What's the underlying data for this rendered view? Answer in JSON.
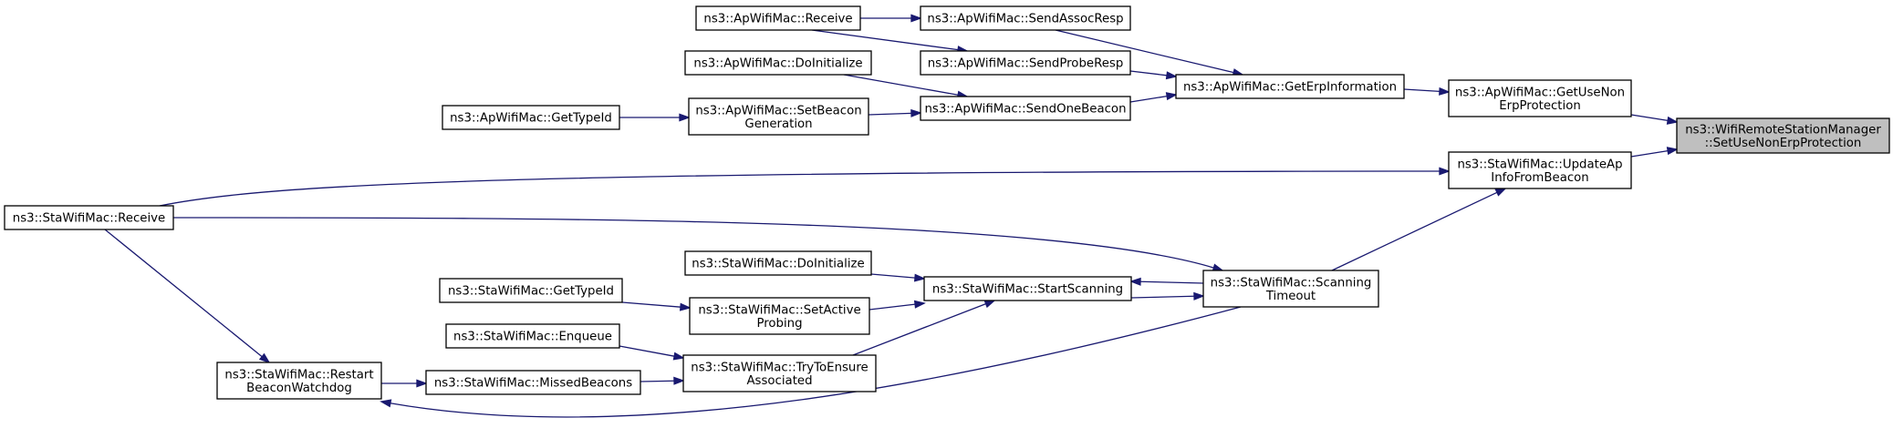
{
  "diagram": {
    "title": "",
    "colors": {
      "edge": "#191970",
      "node_fill": "#ffffff",
      "root_fill": "#bfbfbf",
      "node_border": "#000000"
    },
    "nodes": [
      {
        "id": "root",
        "lines": [
          "ns3::WifiRemoteStationManager",
          "::SetUseNonErpProtection"
        ]
      },
      {
        "id": "ap_getusenonerp",
        "lines": [
          "ns3::ApWifiMac::GetUseNon",
          "ErpProtection"
        ]
      },
      {
        "id": "sta_updateap",
        "lines": [
          "ns3::StaWifiMac::UpdateAp",
          "InfoFromBeacon"
        ]
      },
      {
        "id": "ap_geterp",
        "lines": [
          "ns3::ApWifiMac::GetErpInformation"
        ]
      },
      {
        "id": "ap_sendassoc",
        "lines": [
          "ns3::ApWifiMac::SendAssocResp"
        ]
      },
      {
        "id": "ap_sendprobe",
        "lines": [
          "ns3::ApWifiMac::SendProbeResp"
        ]
      },
      {
        "id": "ap_sendbeacon",
        "lines": [
          "ns3::ApWifiMac::SendOneBeacon"
        ]
      },
      {
        "id": "ap_receive",
        "lines": [
          "ns3::ApWifiMac::Receive"
        ]
      },
      {
        "id": "ap_doinit",
        "lines": [
          "ns3::ApWifiMac::DoInitialize"
        ]
      },
      {
        "id": "ap_setbeacon",
        "lines": [
          "ns3::ApWifiMac::SetBeacon",
          "Generation"
        ]
      },
      {
        "id": "ap_gettypeid",
        "lines": [
          "ns3::ApWifiMac::GetTypeId"
        ]
      },
      {
        "id": "sta_receive",
        "lines": [
          "ns3::StaWifiMac::Receive"
        ]
      },
      {
        "id": "sta_scantimeout",
        "lines": [
          "ns3::StaWifiMac::Scanning",
          "Timeout"
        ]
      },
      {
        "id": "sta_startscan",
        "lines": [
          "ns3::StaWifiMac::StartScanning"
        ]
      },
      {
        "id": "sta_doinit",
        "lines": [
          "ns3::StaWifiMac::DoInitialize"
        ]
      },
      {
        "id": "sta_setactive",
        "lines": [
          "ns3::StaWifiMac::SetActive",
          "Probing"
        ]
      },
      {
        "id": "sta_gettypeid",
        "lines": [
          "ns3::StaWifiMac::GetTypeId"
        ]
      },
      {
        "id": "sta_tryensure",
        "lines": [
          "ns3::StaWifiMac::TryToEnsure",
          "Associated"
        ]
      },
      {
        "id": "sta_enqueue",
        "lines": [
          "ns3::StaWifiMac::Enqueue"
        ]
      },
      {
        "id": "sta_missed",
        "lines": [
          "ns3::StaWifiMac::MissedBeacons"
        ]
      },
      {
        "id": "sta_restart",
        "lines": [
          "ns3::StaWifiMac::Restart",
          "BeaconWatchdog"
        ]
      }
    ],
    "edges": [
      {
        "from": "ap_getusenonerp",
        "to": "root"
      },
      {
        "from": "sta_updateap",
        "to": "root"
      },
      {
        "from": "ap_geterp",
        "to": "ap_getusenonerp"
      },
      {
        "from": "sta_receive",
        "to": "sta_updateap"
      },
      {
        "from": "sta_scantimeout",
        "to": "sta_updateap"
      },
      {
        "from": "ap_sendassoc",
        "to": "ap_geterp"
      },
      {
        "from": "ap_sendprobe",
        "to": "ap_geterp"
      },
      {
        "from": "ap_sendbeacon",
        "to": "ap_geterp"
      },
      {
        "from": "ap_receive",
        "to": "ap_sendassoc"
      },
      {
        "from": "ap_receive",
        "to": "ap_sendprobe"
      },
      {
        "from": "ap_doinit",
        "to": "ap_sendbeacon"
      },
      {
        "from": "ap_setbeacon",
        "to": "ap_sendbeacon"
      },
      {
        "from": "ap_gettypeid",
        "to": "ap_setbeacon"
      },
      {
        "from": "sta_receive",
        "to": "sta_scantimeout"
      },
      {
        "from": "sta_startscan",
        "to": "sta_scantimeout"
      },
      {
        "from": "sta_scantimeout",
        "to": "sta_startscan"
      },
      {
        "from": "sta_doinit",
        "to": "sta_startscan"
      },
      {
        "from": "sta_setactive",
        "to": "sta_startscan"
      },
      {
        "from": "sta_tryensure",
        "to": "sta_startscan"
      },
      {
        "from": "sta_gettypeid",
        "to": "sta_setactive"
      },
      {
        "from": "sta_enqueue",
        "to": "sta_tryensure"
      },
      {
        "from": "sta_missed",
        "to": "sta_tryensure"
      },
      {
        "from": "sta_restart",
        "to": "sta_missed"
      },
      {
        "from": "sta_receive",
        "to": "sta_restart"
      },
      {
        "from": "sta_scantimeout",
        "to": "sta_restart"
      }
    ]
  }
}
